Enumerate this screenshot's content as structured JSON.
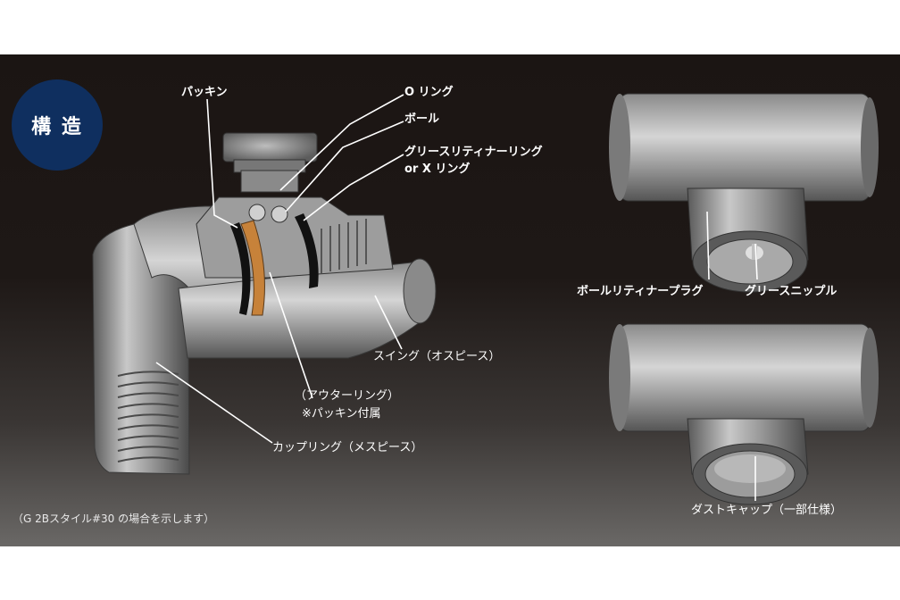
{
  "badge": "構 造",
  "labels": {
    "packing": "パッキン",
    "o_ring": "O リング",
    "ball": "ボール",
    "grease_ring_1": "グリースリティナーリング",
    "grease_ring_2": "or X リング",
    "ball_retainer_plug": "ボールリティナープラグ",
    "grease_nipple": "グリースニップル",
    "swing": "スイング（オスピース）",
    "outer_ring_1": "（アウターリング）",
    "outer_ring_2": "※パッキン付属",
    "coupling_ring": "カップリング（メスピース）",
    "dust_cap": "ダストキャップ（一部仕様）"
  },
  "note": "（G 2Bスタイル#30 の場合を示します）"
}
